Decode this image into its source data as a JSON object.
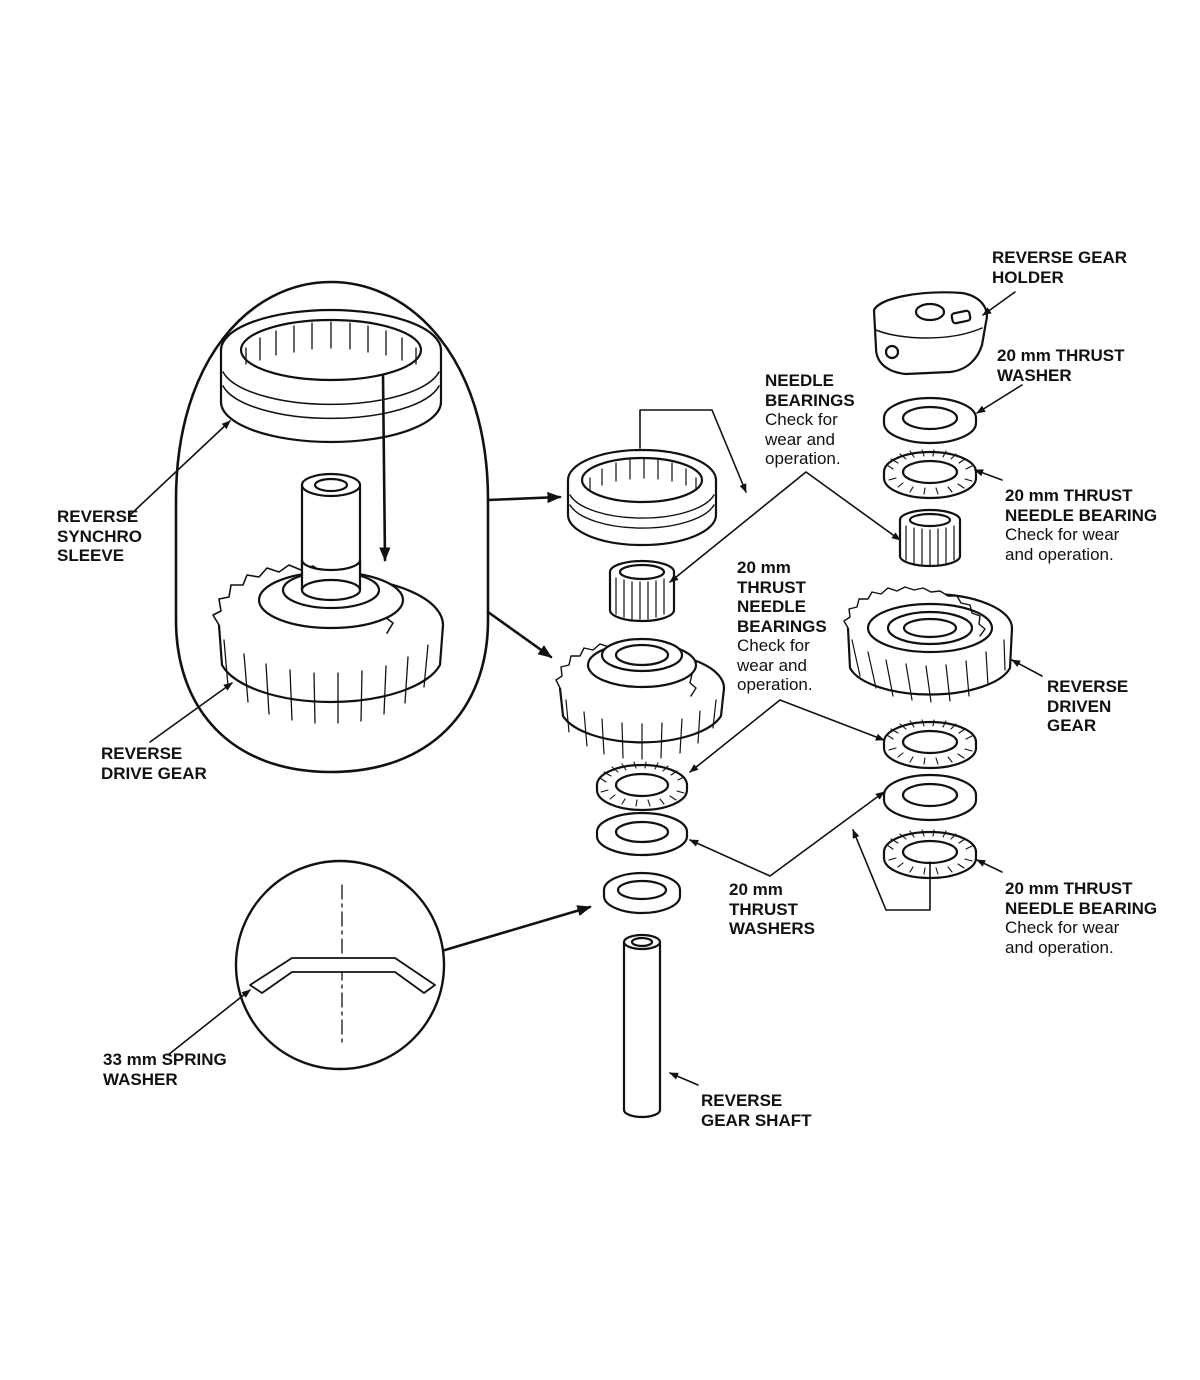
{
  "colors": {
    "ink": "#111111",
    "part_fill": "#ffffff",
    "shade": "#dcdcdc"
  },
  "labels": {
    "reverse_gear_holder": {
      "title": [
        "REVERSE GEAR",
        "HOLDER"
      ]
    },
    "thrust_washer_top": {
      "title": [
        "20 mm THRUST",
        "WASHER"
      ]
    },
    "needle_bearings": {
      "title": [
        "NEEDLE",
        "BEARINGS"
      ],
      "note": [
        "Check for",
        "wear and",
        "operation."
      ]
    },
    "thrust_needle_bearing_upper": {
      "title": [
        "20 mm THRUST",
        "NEEDLE BEARING"
      ],
      "note": [
        "Check for wear",
        "and operation."
      ]
    },
    "reverse_synchro_sleeve": {
      "title": [
        "REVERSE",
        "SYNCHRO",
        "SLEEVE"
      ]
    },
    "thrust_needle_bearings_mid": {
      "title": [
        "20 mm",
        "THRUST",
        "NEEDLE",
        "BEARINGS"
      ],
      "note": [
        "Check for",
        "wear and",
        "operation."
      ]
    },
    "reverse_driven_gear": {
      "title": [
        "REVERSE",
        "DRIVEN",
        "GEAR"
      ]
    },
    "reverse_drive_gear": {
      "title": [
        "REVERSE",
        "DRIVE GEAR"
      ]
    },
    "thrust_washers": {
      "title": [
        "20 mm",
        "THRUST",
        "WASHERS"
      ]
    },
    "thrust_needle_bearing_lower": {
      "title": [
        "20 mm THRUST",
        "NEEDLE BEARING"
      ],
      "note": [
        "Check for wear",
        "and operation."
      ]
    },
    "spring_washer": {
      "title": [
        "33 mm SPRING",
        "WASHER"
      ]
    },
    "reverse_gear_shaft": {
      "title": [
        "REVERSE",
        "GEAR SHAFT"
      ]
    }
  }
}
